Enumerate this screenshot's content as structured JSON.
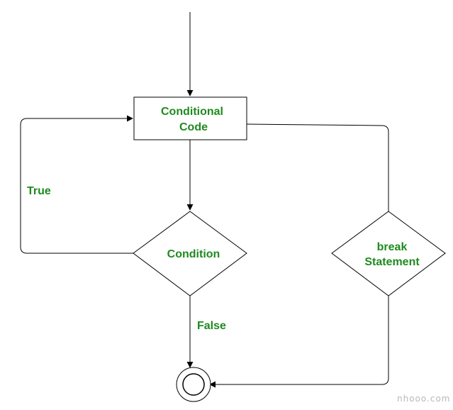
{
  "diagram": {
    "nodes": {
      "conditional_code": {
        "line1": "Conditional",
        "line2": "Code"
      },
      "condition": {
        "label": "Condition"
      },
      "break_statement": {
        "line1": "break",
        "line2": "Statement"
      }
    },
    "edges": {
      "true_label": "True",
      "false_label": "False"
    },
    "watermark": "nhooo.com"
  },
  "colors": {
    "text_green": "#1e8a1e",
    "line": "#000000",
    "watermark": "#b8b8b8"
  }
}
